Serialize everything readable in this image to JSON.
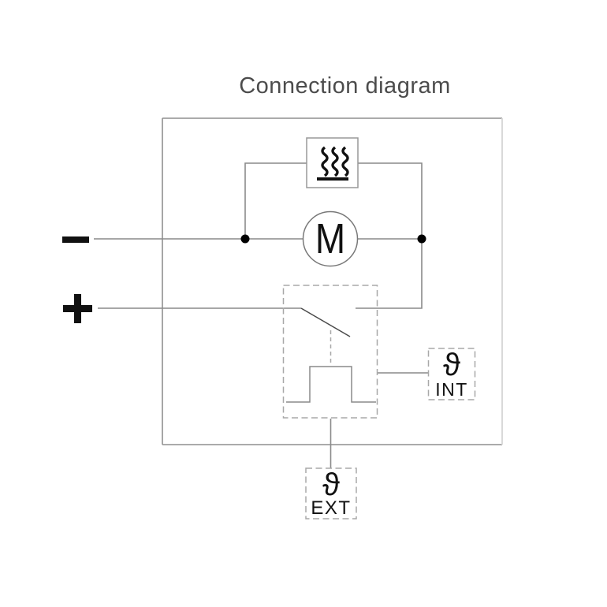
{
  "diagram": {
    "title": "Connection diagram",
    "motor": {
      "label": "M",
      "icon": "motor-icon"
    },
    "heater": {
      "icon": "heating-element-icon"
    },
    "terminals": {
      "negative": {
        "symbol": "−",
        "icon": "minus-terminal-icon"
      },
      "positive": {
        "symbol": "+",
        "icon": "plus-terminal-icon"
      }
    },
    "switch": {
      "icon": "thermostat-switch-icon"
    },
    "thermostat_internal": {
      "symbol": "ϑ",
      "label": "INT"
    },
    "thermostat_external": {
      "symbol": "ϑ",
      "label": "EXT"
    },
    "colors": {
      "wire_gray": "#8a8a8a",
      "box_gray": "#8f8f8f",
      "box_right_edge_light": "#d9d9d9",
      "dashed_gray": "#a8a8a8",
      "switch_blade_dark": "#4a4a4a",
      "symbol_black": "#111111",
      "title_gray": "#4c4c4c"
    }
  }
}
